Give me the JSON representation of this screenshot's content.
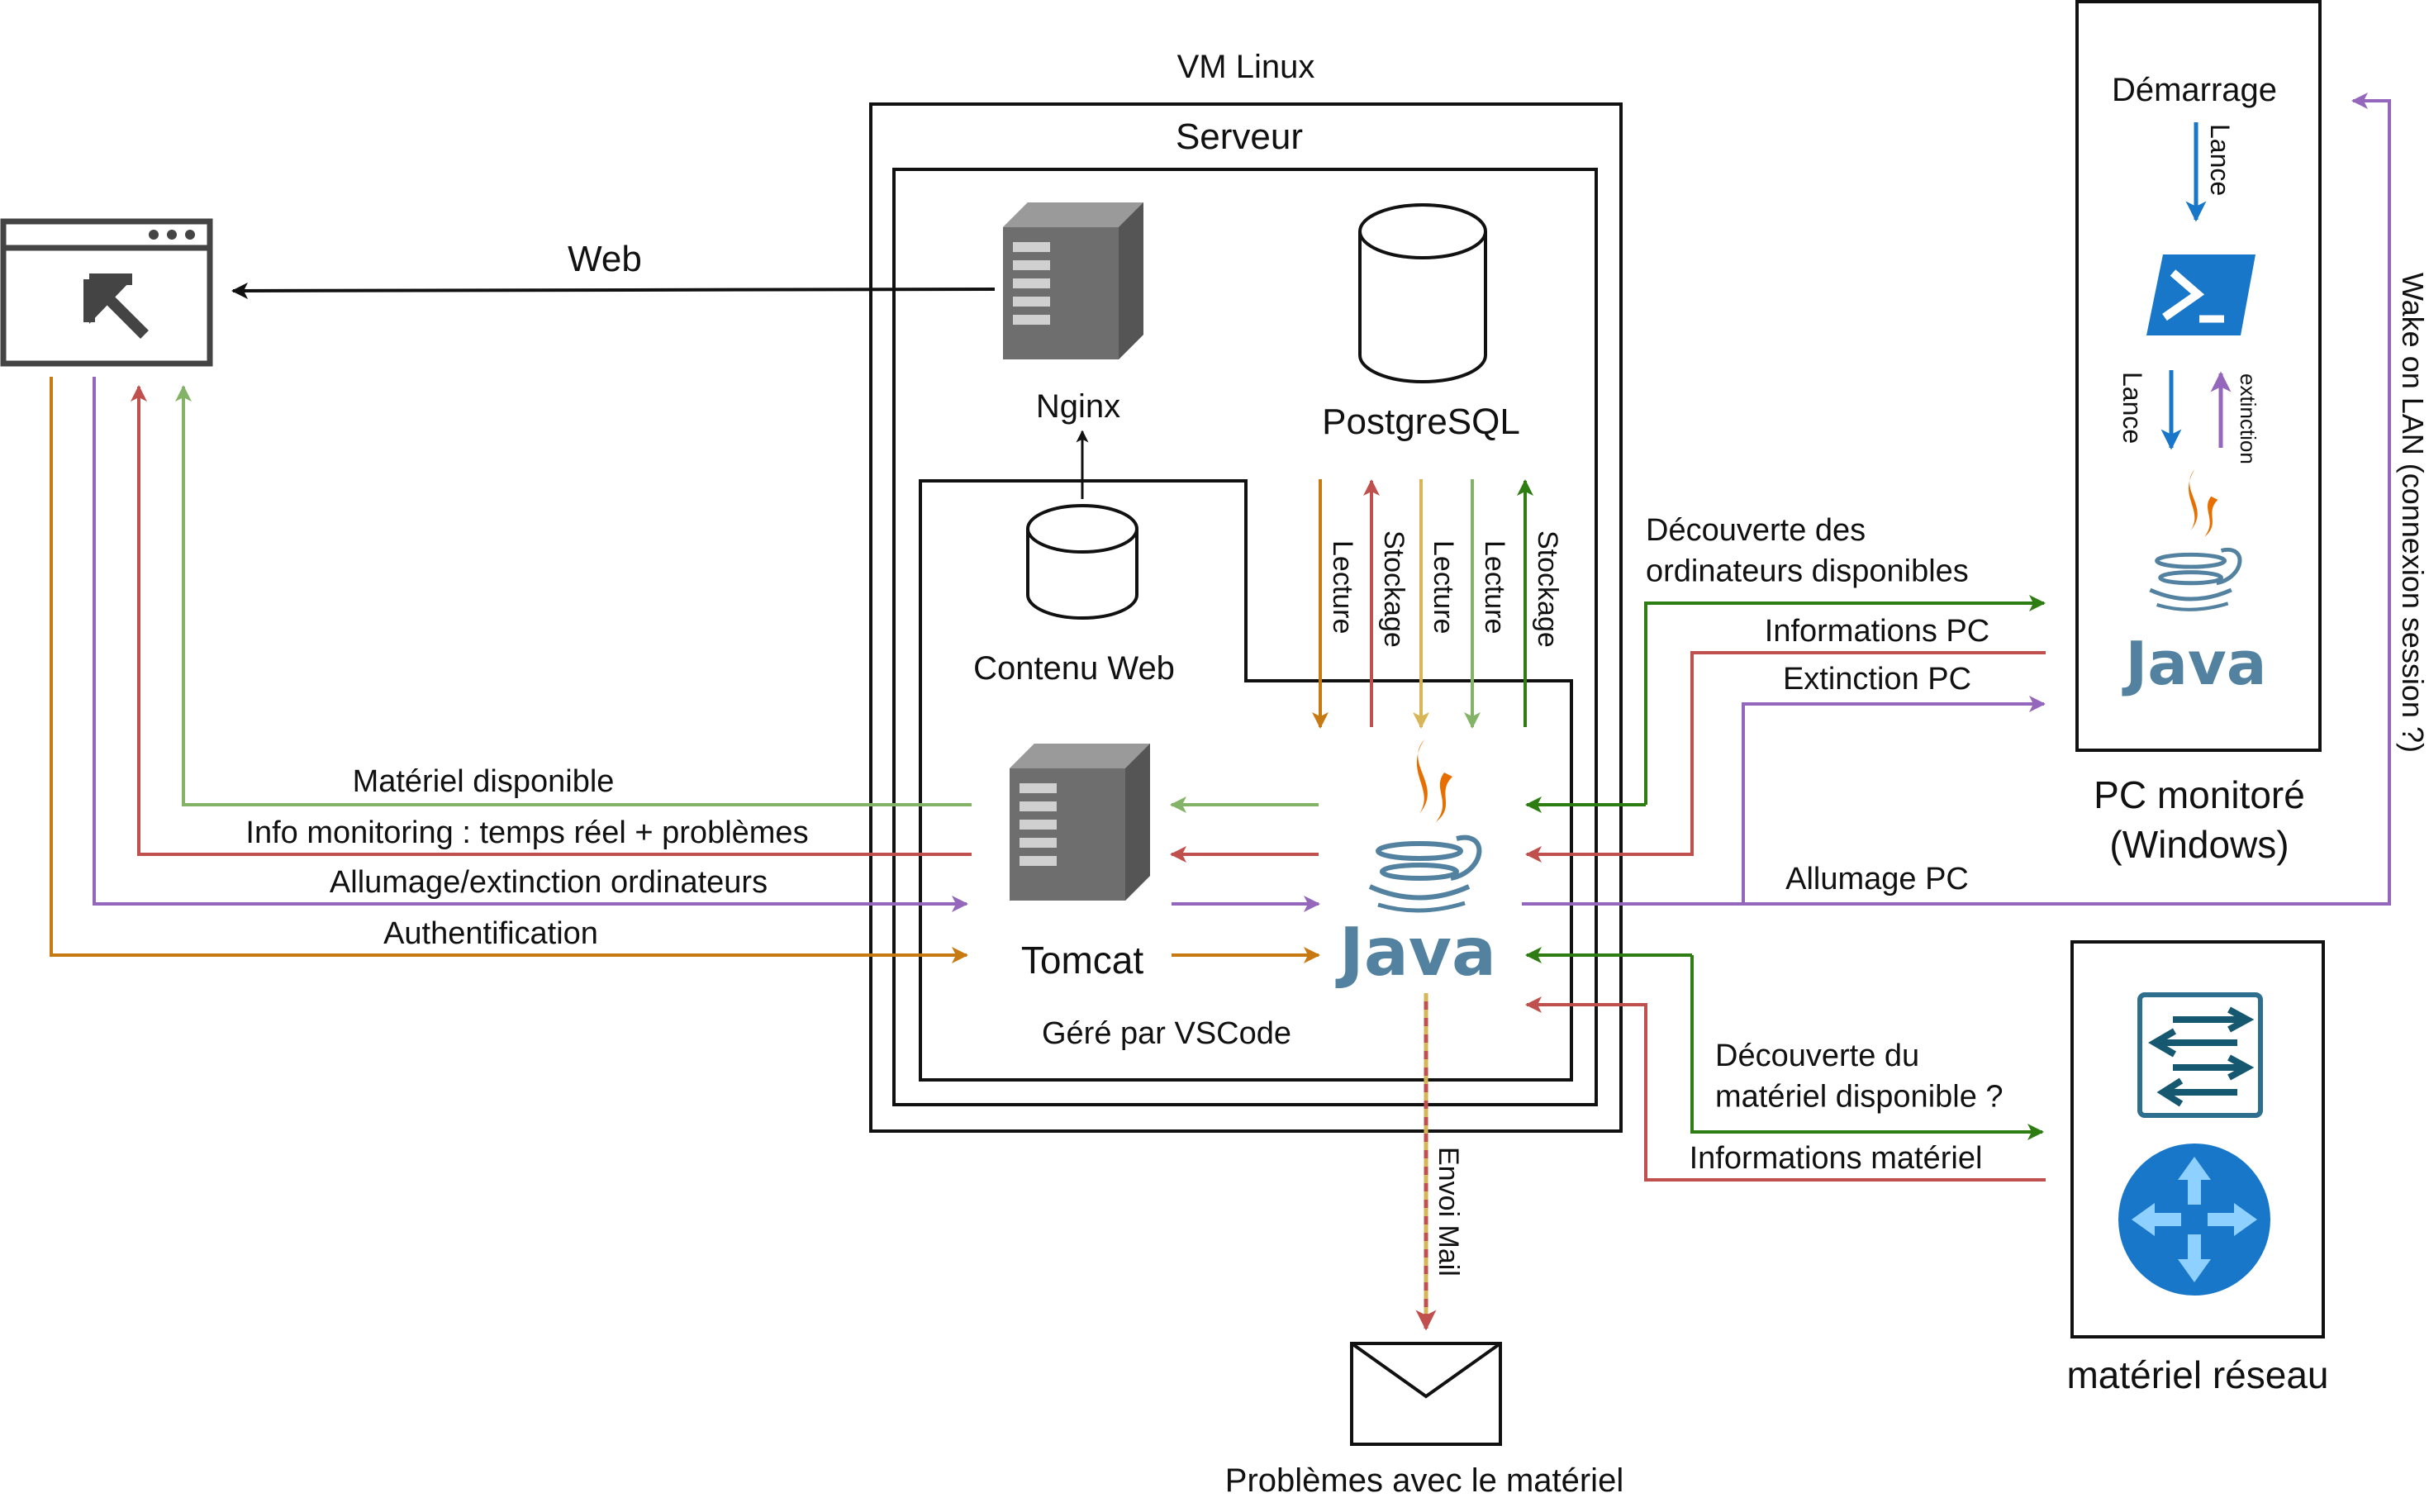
{
  "colors": {
    "orange": "#C87A12",
    "purple": "#9467BD",
    "red": "#C0504D",
    "light_green": "#82B366",
    "dark_green": "#2E7D12",
    "yellow": "#D6B656",
    "blue": "#1877C9",
    "black": "#111111"
  },
  "containers": {
    "vm": "VM Linux",
    "server": "Serveur",
    "vscode": "Géré par VSCode",
    "pc": "PC monitoré\n(Windows)",
    "network": "matériel réseau"
  },
  "nodes": {
    "nginx": "Nginx",
    "postgresql": "PostgreSQL",
    "web_content": "Contenu Web",
    "tomcat": "Tomcat",
    "mail": "Problèmes avec le matériel",
    "pc_startup": "Démarrage"
  },
  "icons": {
    "browser": "browser-window-icon",
    "nginx": "server-tower-icon",
    "postgres": "database-cylinder-icon",
    "web_content": "database-cylinder-icon",
    "tomcat": "server-tower-icon",
    "java": "java-logo-icon",
    "powershell": "powershell-icon",
    "switch": "network-switch-icon",
    "router": "router-icon",
    "mail": "envelope-icon"
  },
  "edges": {
    "web": "Web",
    "materiel_disponible": "Matériel disponible",
    "info_monitoring": "Info monitoring : temps réel + problèmes",
    "allumage_extinction": "Allumage/extinction ordinateurs",
    "authentification": "Authentification",
    "lecture": "Lecture",
    "stockage": "Stockage",
    "decouverte_ordinateurs": "Découverte des\nordinateurs disponibles",
    "informations_pc": "Informations PC",
    "extinction_pc": "Extinction PC",
    "allumage_pc": "Allumage PC",
    "decouverte_materiel": "Découverte du\nmatériel disponible ?",
    "informations_materiel": "Informations matériel",
    "envoi_mail": "Envoi Mail",
    "wake_on_lan": "Wake on LAN (connexion session ?)",
    "lance": "Lance",
    "extinction": "extinction"
  }
}
